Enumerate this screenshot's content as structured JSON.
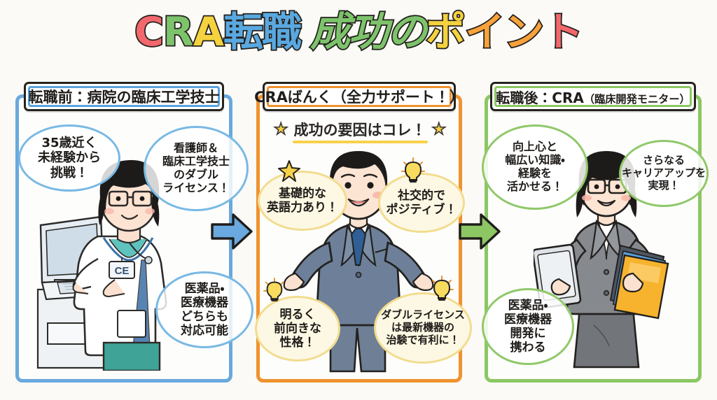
{
  "title": {
    "segments": [
      {
        "text": "C",
        "color": "#f2686d"
      },
      {
        "text": "R",
        "color": "#7dc36b"
      },
      {
        "text": "A",
        "color": "#f5d23f"
      },
      {
        "text": "転職",
        "color": "#5aa8e0"
      },
      {
        "text": "成功の",
        "color": "#7dc36b"
      },
      {
        "text": "ポ",
        "color": "#f5d23f"
      },
      {
        "text": "イ",
        "color": "#f7a23b"
      },
      {
        "text": "ン",
        "color": "#f7a23b"
      },
      {
        "text": "ト",
        "color": "#f2686d"
      }
    ],
    "full_text": "CRA転職 成功のポイント"
  },
  "panels": [
    {
      "id": "before",
      "header": "転職前：病院の臨床工学技士",
      "accent_color": "#5ba3de",
      "bubbles": [
        {
          "name": "experience",
          "lines": [
            "35歳近く",
            "未経験から",
            "挑戦！"
          ]
        },
        {
          "name": "license",
          "lines": [
            "看護師＆",
            "臨床工学技士",
            "のダブル",
            "ライセンス！"
          ]
        },
        {
          "name": "devices",
          "lines": [
            "医薬品・",
            "医療機器",
            "どちらも",
            "対応可能"
          ]
        }
      ],
      "figure": {
        "name": "clinical-engineer-woman",
        "badge_text": "CE",
        "description": "眼鏡の女性臨床工学技士 白衣 パソコン操作"
      }
    },
    {
      "id": "agent",
      "header": "CRAばんく（全力サポート！）",
      "accent_color": "#f0922f",
      "tagline": "成功の要因はコレ！",
      "tagline_star": "★",
      "bubbles": [
        {
          "name": "english",
          "lines": [
            "基礎的な",
            "英語力あり！"
          ],
          "icon": "star-icon"
        },
        {
          "name": "social",
          "lines": [
            "社交的で",
            "ポジティブ！"
          ],
          "icon": "lightbulb-icon"
        },
        {
          "name": "bright",
          "lines": [
            "明るく",
            "前向きな",
            "性格！"
          ],
          "icon": "lightbulb-icon"
        },
        {
          "name": "dual-license",
          "lines": [
            "ダブルライセンス",
            "は最新機器の",
            "治験で有利に！"
          ],
          "icon": "lightbulb-icon"
        }
      ],
      "figure": {
        "name": "agent-man-suit",
        "description": "スーツ姿の笑顔の男性アドバイザー 両手を広げる"
      }
    },
    {
      "id": "after",
      "header_main": "転職後：CRA",
      "header_sub": "（臨床開発モニター）",
      "header": "転職後：CRA（臨床開発モニター）",
      "accent_color": "#8cc763",
      "bubbles": [
        {
          "name": "growth",
          "lines": [
            "向上心と",
            "幅広い知識・",
            "経験を",
            "活かせる！"
          ]
        },
        {
          "name": "career-up",
          "lines": [
            "さらなる",
            "キャリアアップを",
            "実現！"
          ]
        },
        {
          "name": "development",
          "lines": [
            "医薬品・",
            "医療機器",
            "開発に",
            "携わる"
          ]
        }
      ],
      "figure": {
        "name": "cra-woman-suit",
        "description": "眼鏡のスーツ姿の女性CRA タブレットとファイルを持つ"
      }
    }
  ],
  "arrows": [
    {
      "name": "arrow-before-to-agent",
      "color": "#6aa9e0",
      "direction": "right"
    },
    {
      "name": "arrow-agent-to-after",
      "color": "#8cc763",
      "direction": "right"
    }
  ],
  "colors": {
    "background": "#fbfaf7",
    "blue": "#69a9dd",
    "orange": "#f0922f",
    "green": "#8cc763",
    "yellow": "#f5cf45",
    "ink": "#23201c"
  }
}
